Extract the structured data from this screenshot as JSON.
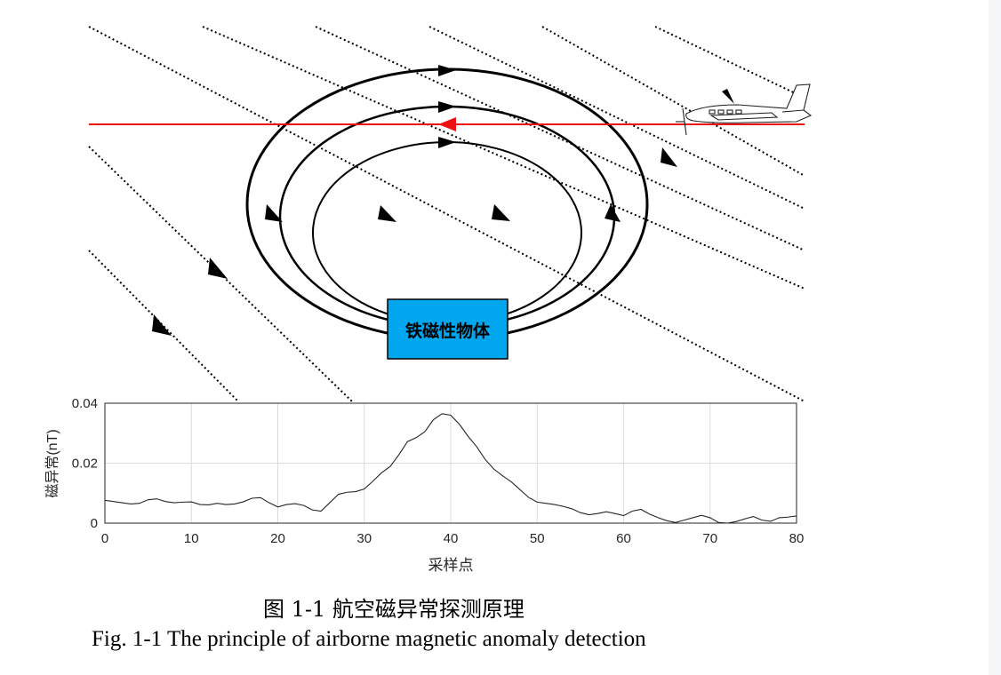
{
  "diagram": {
    "object_label": "铁磁性物体",
    "colors": {
      "object_fill": "#00a6ee",
      "flight_line": "#ee1111",
      "field_lines": "#000000",
      "plot_line": "#262626"
    }
  },
  "chart_data": {
    "type": "line",
    "ylabel": "磁异常(nT)",
    "xlabel": "采样点",
    "xlim": [
      0,
      80
    ],
    "ylim": [
      0,
      0.04
    ],
    "xticks": [
      "0",
      "10",
      "20",
      "30",
      "40",
      "50",
      "60",
      "70",
      "80"
    ],
    "yticks": [
      "0",
      "0.02",
      "0.04"
    ],
    "grid": true,
    "x": [
      0,
      1,
      2,
      3,
      4,
      5,
      6,
      7,
      8,
      9,
      10,
      11,
      12,
      13,
      14,
      15,
      16,
      17,
      18,
      19,
      20,
      21,
      22,
      23,
      24,
      25,
      26,
      27,
      28,
      29,
      30,
      31,
      32,
      33,
      34,
      35,
      36,
      37,
      38,
      39,
      40,
      41,
      42,
      43,
      44,
      45,
      46,
      47,
      48,
      49,
      50,
      51,
      52,
      53,
      54,
      55,
      56,
      57,
      58,
      59,
      60,
      61,
      62,
      63,
      64,
      65,
      66,
      67,
      68,
      69,
      70,
      71,
      72,
      73,
      74,
      75,
      76,
      77,
      78,
      79,
      80
    ],
    "y": [
      0.0076,
      0.0072,
      0.0068,
      0.0064,
      0.0066,
      0.0078,
      0.0081,
      0.0072,
      0.0068,
      0.007,
      0.0071,
      0.0062,
      0.0061,
      0.0066,
      0.0062,
      0.0064,
      0.0071,
      0.0083,
      0.0085,
      0.0068,
      0.0054,
      0.0062,
      0.0065,
      0.0059,
      0.0044,
      0.004,
      0.0068,
      0.0096,
      0.0103,
      0.0105,
      0.0114,
      0.014,
      0.0168,
      0.0189,
      0.0228,
      0.0272,
      0.0285,
      0.0305,
      0.0345,
      0.0365,
      0.036,
      0.033,
      0.029,
      0.0255,
      0.0212,
      0.018,
      0.0158,
      0.0138,
      0.0112,
      0.0086,
      0.007,
      0.0066,
      0.0062,
      0.0056,
      0.0048,
      0.0035,
      0.0028,
      0.0032,
      0.0038,
      0.0032,
      0.0025,
      0.004,
      0.0046,
      0.003,
      0.0018,
      0.0008,
      0.0002,
      0.001,
      0.0018,
      0.0026,
      0.0018,
      0.0002,
      0.0,
      0.0005,
      0.0014,
      0.0022,
      0.001,
      0.0006,
      0.0018,
      0.002,
      0.0024
    ]
  },
  "captions": {
    "cn": "图 1-1  航空磁异常探测原理",
    "en": "Fig. 1-1  The principle of airborne magnetic anomaly detection"
  }
}
